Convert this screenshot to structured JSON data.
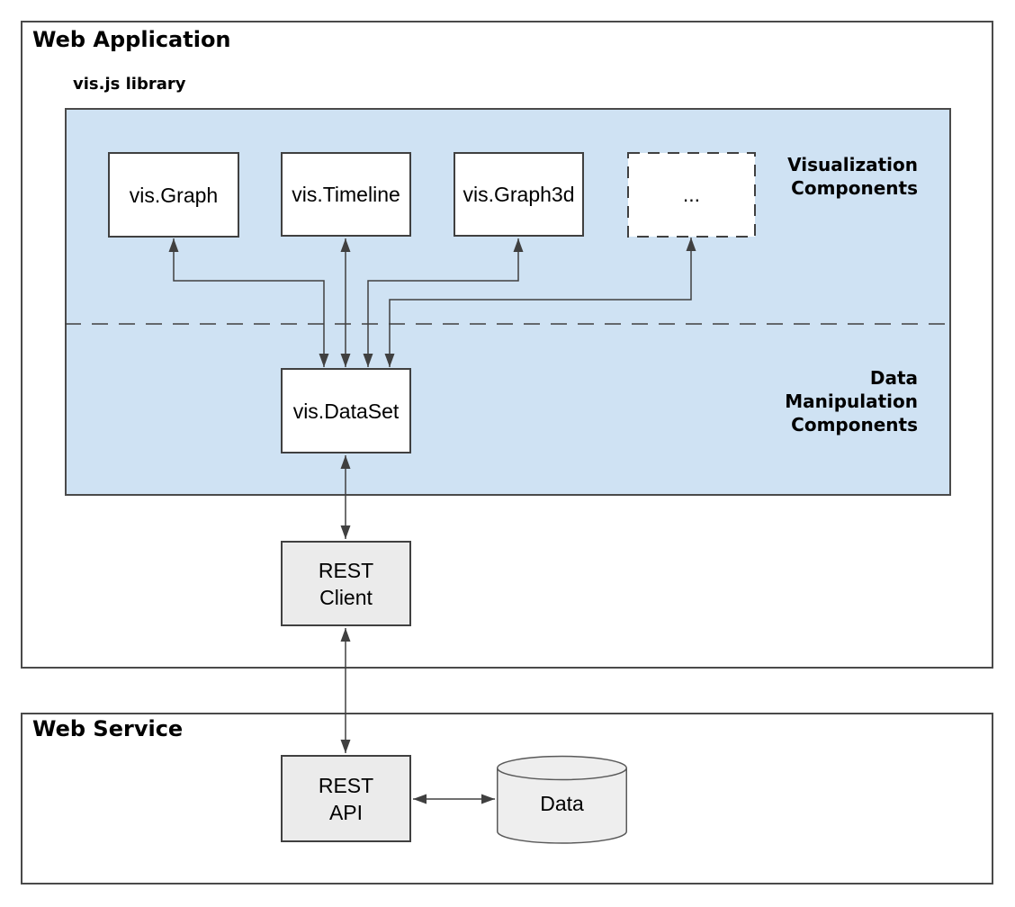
{
  "diagram": {
    "web_application": {
      "title": "Web Application",
      "library": {
        "label": "vis.js library",
        "visualization_section_label": "Visualization\nComponents",
        "data_section_label": "Data\nManipulation\nComponents",
        "visualization_components": [
          {
            "label": "vis.Graph",
            "border_style": "solid"
          },
          {
            "label": "vis.Timeline",
            "border_style": "solid"
          },
          {
            "label": "vis.Graph3d",
            "border_style": "solid"
          },
          {
            "label": "...",
            "border_style": "dashed"
          }
        ],
        "dataset": {
          "label": "vis.DataSet"
        }
      },
      "rest_client": {
        "label": "REST\nClient"
      }
    },
    "web_service": {
      "title": "Web Service",
      "rest_api": {
        "label": "REST\nAPI"
      },
      "data_store": {
        "label": "Data"
      }
    },
    "colors": {
      "library_fill": "#cfe2f3",
      "component_fill": "#ffffff",
      "service_fill": "#ebebeb",
      "cylinder_fill": "#eeeeee",
      "border": "#404040",
      "arrow": "#404040",
      "text": "#000000"
    }
  }
}
